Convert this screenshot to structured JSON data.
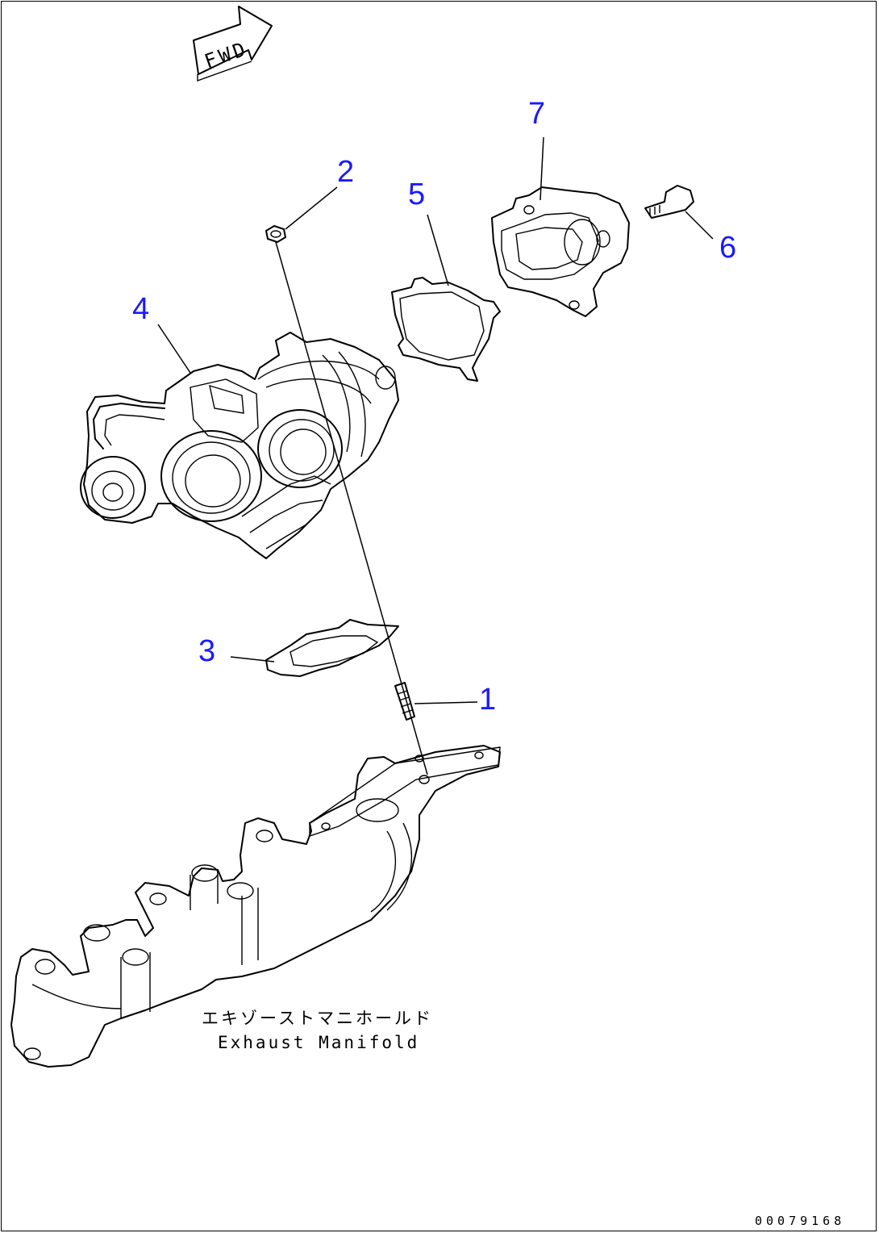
{
  "drawing": {
    "direction_label": "FWD",
    "caption_jp": "エキゾーストマニホールド",
    "caption_en": "Exhaust Manifold",
    "drawing_number": "00079168",
    "callout_color": "#1a1aff"
  },
  "callouts": [
    {
      "id": "1",
      "label": "1"
    },
    {
      "id": "2",
      "label": "2"
    },
    {
      "id": "3",
      "label": "3"
    },
    {
      "id": "4",
      "label": "4"
    },
    {
      "id": "5",
      "label": "5"
    },
    {
      "id": "6",
      "label": "6"
    },
    {
      "id": "7",
      "label": "7"
    }
  ]
}
